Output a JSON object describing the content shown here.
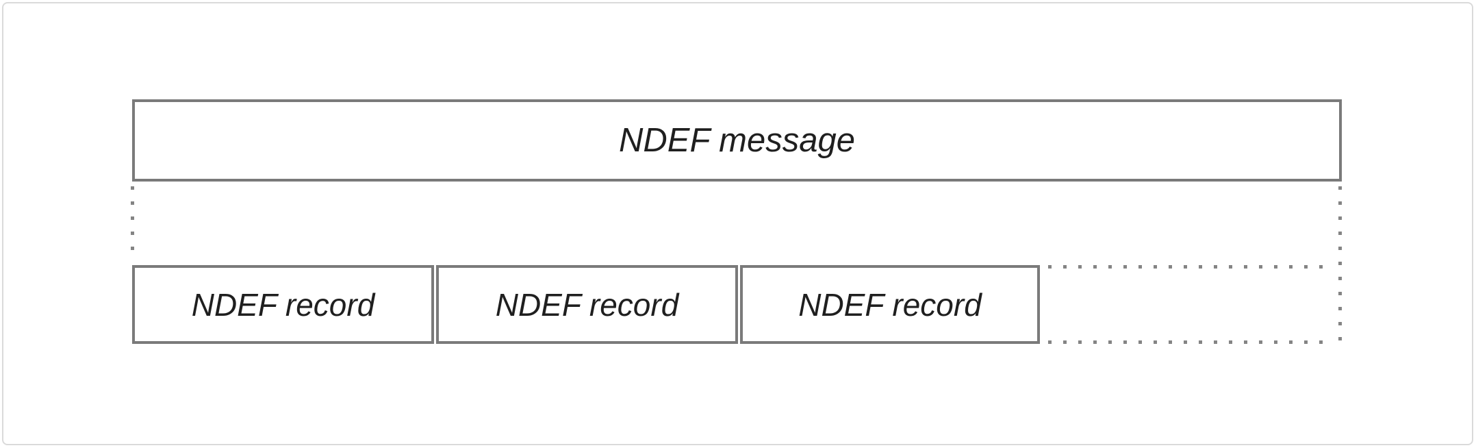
{
  "diagram": {
    "message_box": {
      "label": "NDEF message"
    },
    "records": [
      {
        "label": "NDEF record"
      },
      {
        "label": "NDEF record"
      },
      {
        "label": "NDEF record"
      }
    ]
  },
  "colors": {
    "background": "#ffffff",
    "frame_border": "#dadada",
    "box_border": "#7a7a7a",
    "dotted_line": "#848484",
    "text": "#1f1f1f"
  }
}
